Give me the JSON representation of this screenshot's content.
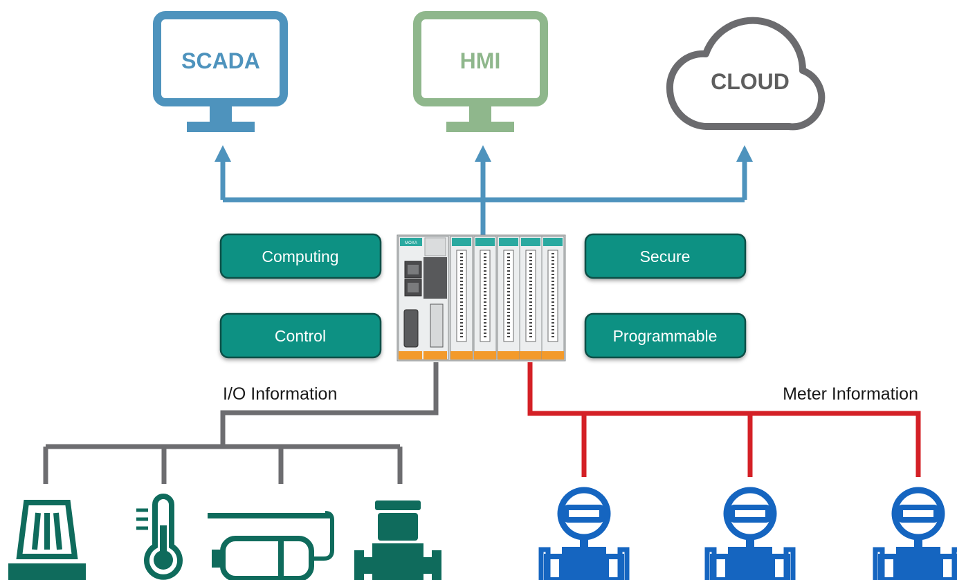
{
  "targets": {
    "scada": {
      "label": "SCADA",
      "color": "#4e93bd"
    },
    "hmi": {
      "label": "HMI",
      "color": "#8fb78c"
    },
    "cloud": {
      "label": "CLOUD",
      "color": "#5e5e5e"
    }
  },
  "features": {
    "computing": "Computing",
    "control": "Control",
    "secure": "Secure",
    "programmable": "Programmable"
  },
  "device": {
    "module_brand": "MOXA"
  },
  "links": {
    "io_label": "I/O Information",
    "meter_label": "Meter Information"
  },
  "colors": {
    "uplink": "#4e93bd",
    "io_line": "#6d6d70",
    "meter_line": "#d42026",
    "feature_box": "#0f9183",
    "io_device": "#0f6b5c",
    "meter_device": "#1565c0"
  },
  "io_devices": [
    "warning-beacon-icon",
    "thermometer-icon",
    "pressure-sensor-icon",
    "pump-icon"
  ],
  "meter_devices": [
    "flow-meter-icon",
    "flow-meter-icon",
    "flow-meter-icon"
  ]
}
